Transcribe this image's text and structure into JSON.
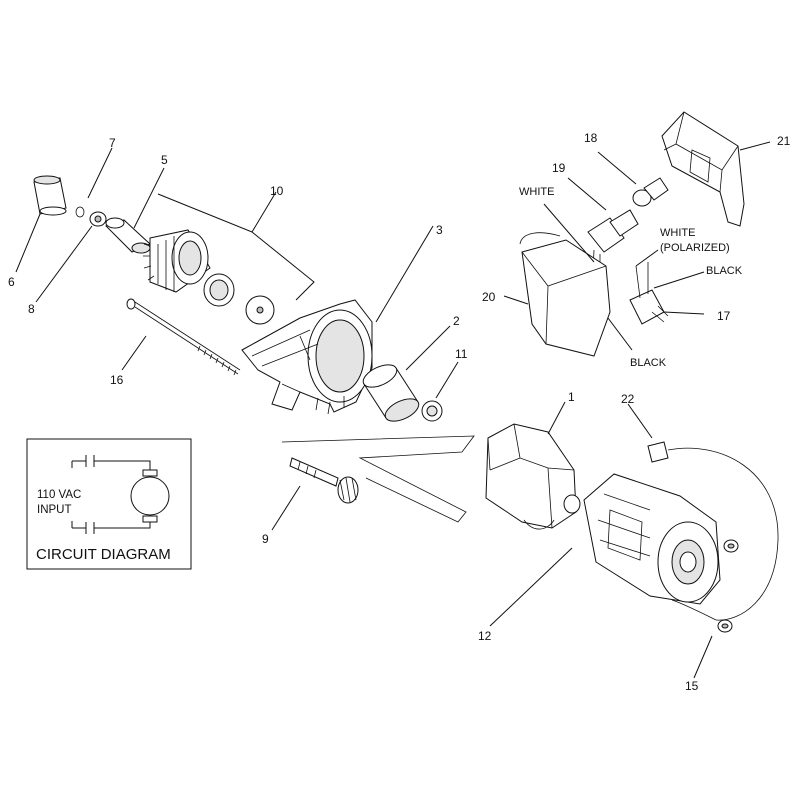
{
  "callouts": {
    "c1": "1",
    "c2": "2",
    "c3": "3",
    "c5": "5",
    "c6": "6",
    "c7": "7",
    "c8": "8",
    "c9": "9",
    "c10": "10",
    "c11": "11",
    "c12": "12",
    "c15": "15",
    "c16": "16",
    "c17": "17",
    "c18": "18",
    "c19": "19",
    "c20": "20",
    "c21": "21",
    "c22": "22"
  },
  "wire_labels": {
    "white": "WHITE",
    "white_polarized_1": "WHITE",
    "white_polarized_2": "(POLARIZED)",
    "black_upper": "BLACK",
    "black_lower": "BLACK"
  },
  "circuit_diagram": {
    "title": "CIRCUIT DIAGRAM",
    "input_line1": "110 VAC",
    "input_line2": "INPUT"
  }
}
